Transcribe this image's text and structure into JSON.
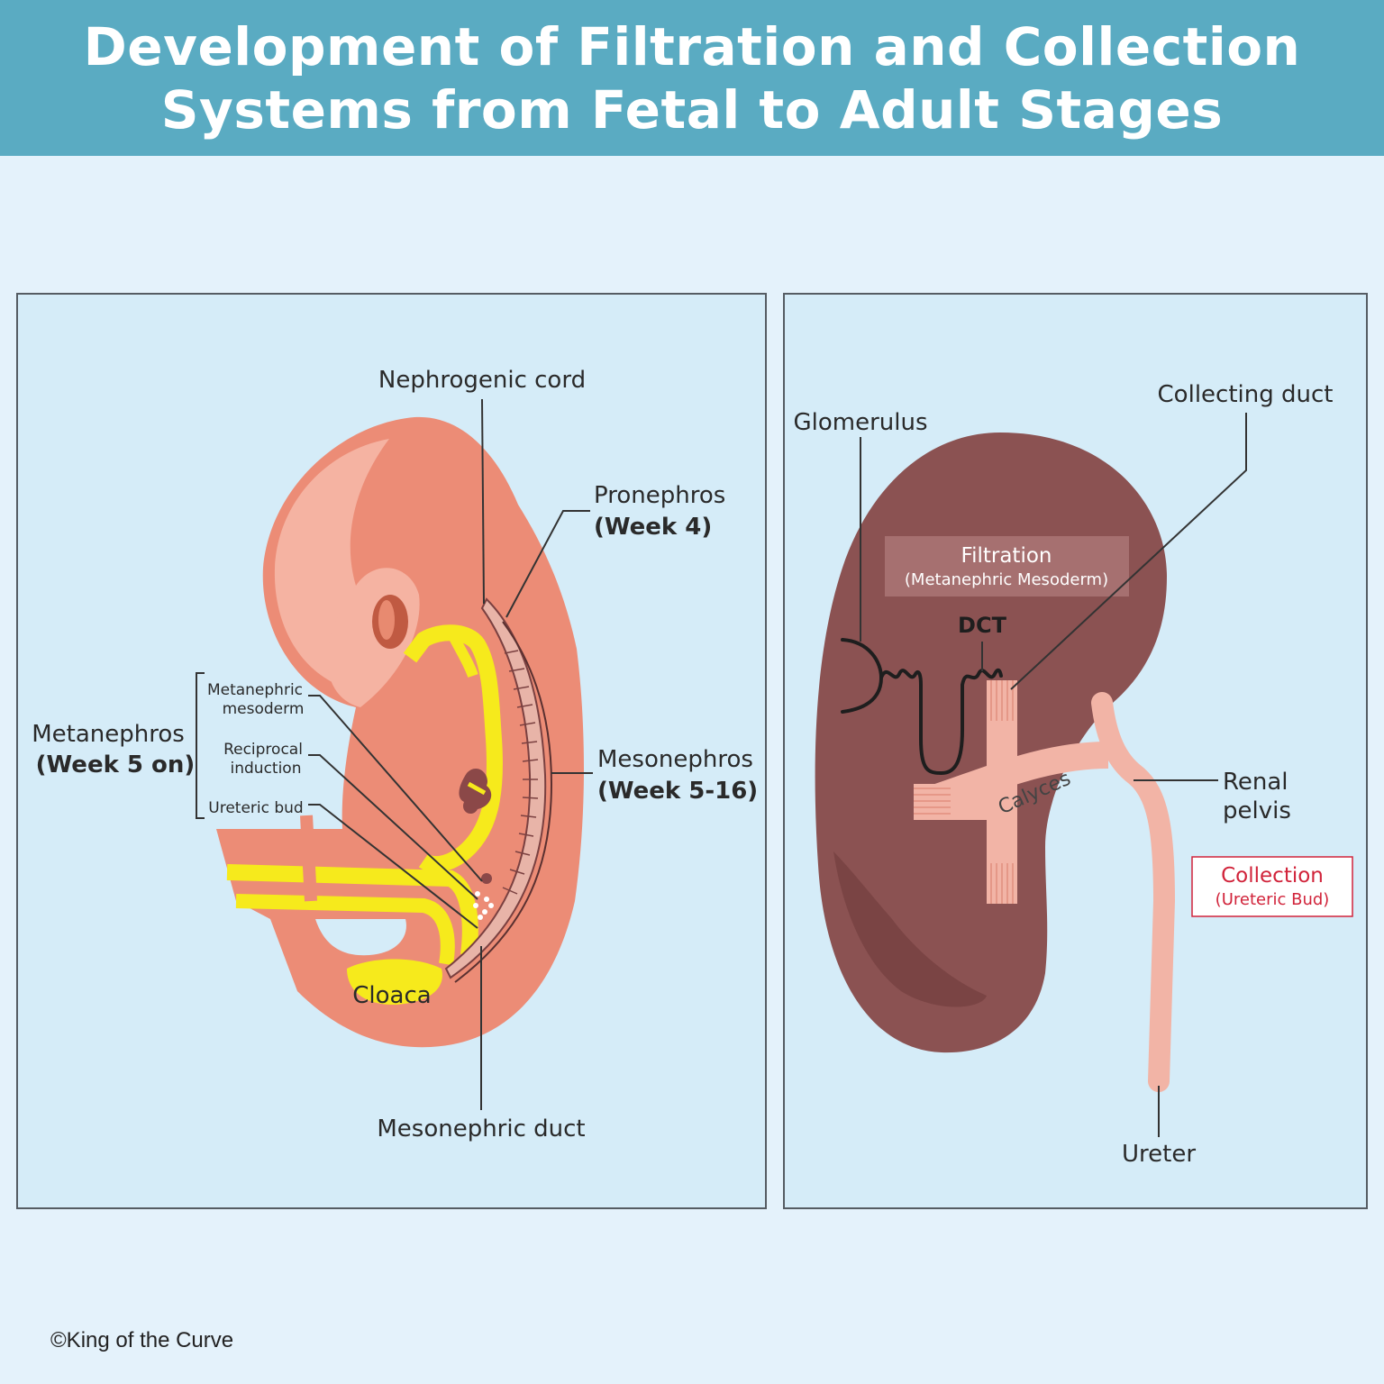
{
  "title": {
    "line1": "Development of Filtration and Collection",
    "line2": "Systems from Fetal to Adult Stages"
  },
  "fetal": {
    "nephrogenic_cord": "Nephrogenic cord",
    "pronephros": "Pronephros",
    "pronephros_week": "(Week 4)",
    "mesonephros": "Mesonephros",
    "mesonephros_week": "(Week 5-16)",
    "metanephros": "Metanephros",
    "metanephros_week": "(Week 5 on)",
    "metanephric_mesoderm_1": "Metanephric",
    "metanephric_mesoderm_2": "mesoderm",
    "reciprocal_induction_1": "Reciprocal",
    "reciprocal_induction_2": "induction",
    "ureteric_bud": "Ureteric bud",
    "cloaca": "Cloaca",
    "mesonephric_duct": "Mesonephric duct"
  },
  "adult": {
    "glomerulus": "Glomerulus",
    "collecting_duct": "Collecting duct",
    "filtration": "Filtration",
    "filtration_sub": "(Metanephric Mesoderm)",
    "dct": "DCT",
    "calyces": "Calyces",
    "renal_1": "Renal",
    "renal_2": "pelvis",
    "collection": "Collection",
    "collection_sub": "(Ureteric Bud)",
    "ureter": "Ureter"
  },
  "copyright": "©King of the Curve",
  "colors": {
    "header": "#5aabc2",
    "background": "#e4f2fb",
    "panel": "#d5ecf8",
    "embryo": "#ec8c76",
    "embryo_light": "#f5b3a2",
    "duct_yellow": "#f6ea1c",
    "kidney": "#8b5252",
    "pelvis": "#f2b4a6",
    "collection_red": "#d1233a"
  }
}
